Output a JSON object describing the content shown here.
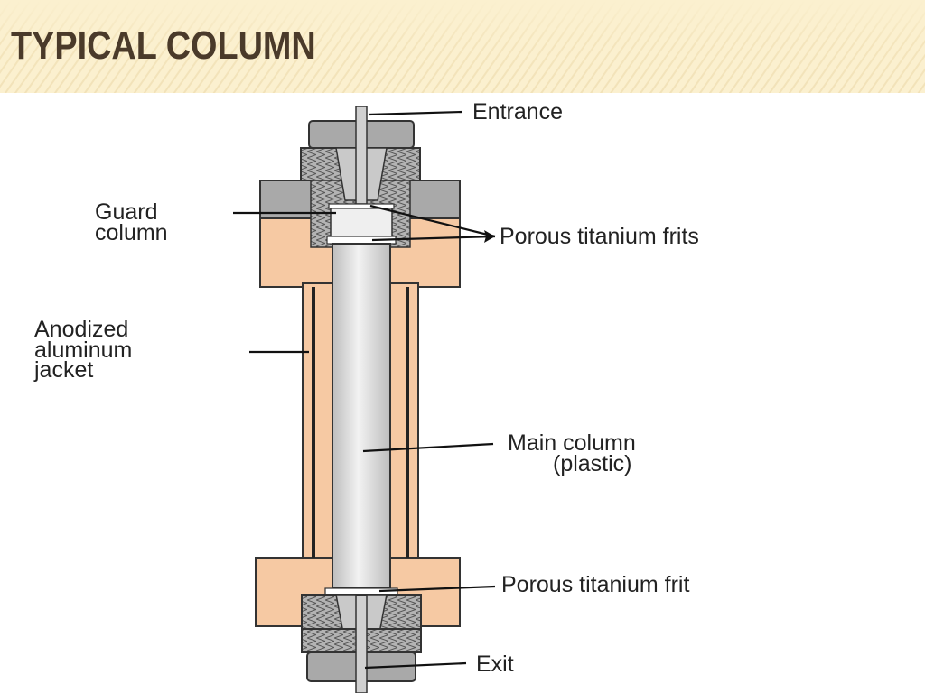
{
  "slide": {
    "title": "TYPICAL COLUMN"
  },
  "diagram": {
    "labels": {
      "entrance": "Entrance",
      "guard_line1": "Guard",
      "guard_line2": "column",
      "frits": "Porous titanium frits",
      "anodized_line1": "Anodized",
      "anodized_line2": "aluminum",
      "anodized_line3": "jacket",
      "main_line1": "Main column",
      "main_line2": "(plastic)",
      "frit": "Porous titanium frit",
      "exit": "Exit"
    },
    "colors": {
      "jacket": "#f6c9a3",
      "metal": "#a9a9a9",
      "metal_dark": "#8c8c8c",
      "tube": "#d9d9d9",
      "header_bg": "#fbf0cf",
      "title_text": "#4a3a2a"
    }
  }
}
